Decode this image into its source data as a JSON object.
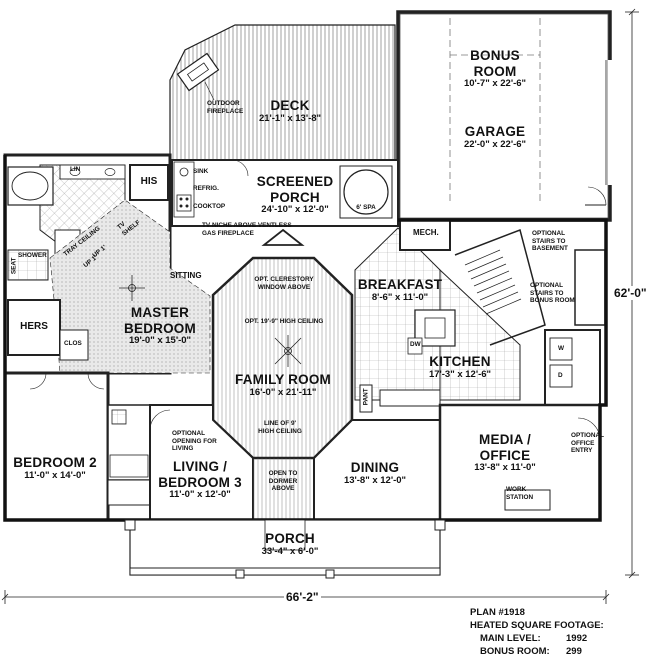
{
  "rooms": {
    "deck": {
      "name": "DECK",
      "dims": "21'-1\" x 13'-8\""
    },
    "bonus": {
      "name1": "BONUS",
      "name2": "ROOM",
      "dims": "10'-7\" x 22'-6\""
    },
    "garage": {
      "name": "GARAGE",
      "dims": "22'-0\" x 22'-6\""
    },
    "screened": {
      "name1": "SCREENED",
      "name2": "PORCH",
      "dims": "24'-10\" x 12'-0\""
    },
    "master": {
      "name1": "MASTER",
      "name2": "BEDROOM",
      "dims": "19'-0\" x 15'-0\""
    },
    "breakfast": {
      "name": "BREAKFAST",
      "dims": "8'-6\" x 11'-0\""
    },
    "kitchen": {
      "name": "KITCHEN",
      "dims": "17'-3\" x 12'-6\""
    },
    "family": {
      "name": "FAMILY ROOM",
      "dims": "16'-0\" x 21'-11\""
    },
    "bedroom2": {
      "name": "BEDROOM 2",
      "dims": "11'-0\" x 14'-0\""
    },
    "living": {
      "name1": "LIVING /",
      "name2": "BEDROOM 3",
      "dims": "11'-0\" x 12'-0\""
    },
    "dining": {
      "name": "DINING",
      "dims": "13'-8\" x 12'-0\""
    },
    "media": {
      "name1": "MEDIA /",
      "name2": "OFFICE",
      "dims": "13'-8\" x 11'-0\""
    },
    "porch": {
      "name": "PORCH",
      "dims": "33'-4\" x 6'-0\""
    }
  },
  "notes": {
    "outdoor_fireplace": "OUTDOOR FIREPLACE",
    "sink": "SINK",
    "refrig": "REFRIG.",
    "cooktop": "COOKTOP",
    "spa": "6' SPA",
    "tv_niche": "TV NICHE ABOVE VENTLESS GAS FIREPLACE",
    "his": "HIS",
    "hers": "HERS",
    "shower": "SHOWER",
    "seat": "SEAT",
    "tray_ceiling": "TRAY CEILING",
    "up1a": "UP 1'",
    "up1b": "UP 1'",
    "tv_shelf": "TV SHELF",
    "sitting": "SITTING",
    "mech": "MECH.",
    "stairs_basement": "OPTIONAL STAIRS TO BASEMENT",
    "stairs_bonus": "OPTIONAL STAIRS TO BONUS ROOM",
    "clerestory": "OPT. CLERESTORY WINDOW ABOVE",
    "high_ceiling": "OPT. 19'-9\" HIGH CEILING",
    "pant": "PANT",
    "optional_opening": "OPTIONAL OPENING FOR LIVING",
    "line_ceiling": "LINE OF 9' HIGH CEILING",
    "open_dormer": "OPEN TO DORMER ABOVE",
    "work_station": "WORK STATION",
    "office_entry": "OPTIONAL OFFICE ENTRY",
    "dw": "DW",
    "w": "W",
    "d": "D",
    "lin": "LIN",
    "clos": "CLOS"
  },
  "dimensions": {
    "width": "66'-2\"",
    "depth": "62'-0\""
  },
  "plan_info": {
    "plan": "PLAN #1918",
    "heated": "HEATED SQUARE FOOTAGE:",
    "main_label": "MAIN LEVEL:",
    "main_value": "1992",
    "bonus_label": "BONUS ROOM:",
    "bonus_value": "299"
  }
}
